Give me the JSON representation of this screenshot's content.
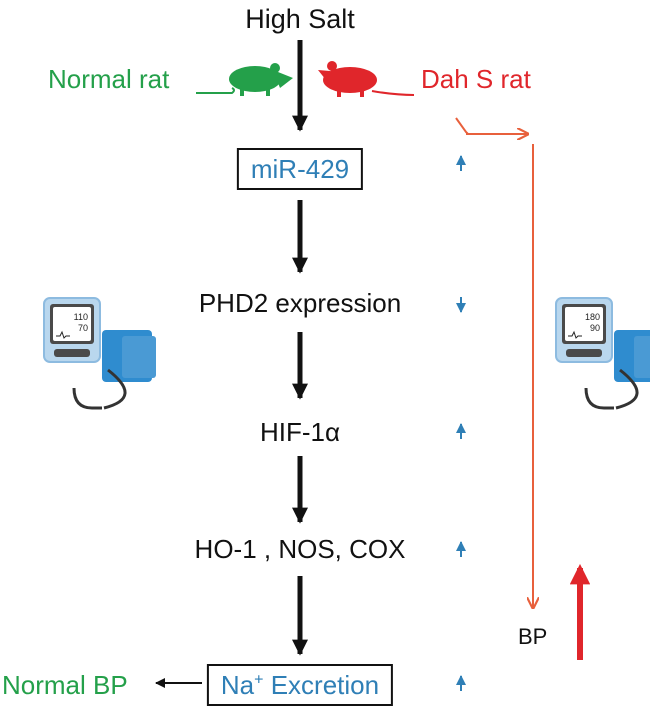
{
  "diagram": {
    "title": "High Salt",
    "rats": {
      "normal": {
        "label": "Normal rat",
        "color": "#24a04a",
        "icon": "rat-icon"
      },
      "dahl": {
        "label": "Dah S rat",
        "color": "#e0262b",
        "icon": "rat-icon"
      }
    },
    "steps": [
      {
        "label": "miR-429",
        "boxed": true,
        "trend": "up"
      },
      {
        "label": "PHD2 expression",
        "boxed": false,
        "trend": "down"
      },
      {
        "label": "HIF-1α",
        "boxed": false,
        "trend": "up"
      },
      {
        "label": "HO-1 , NOS, COX",
        "boxed": false,
        "trend": "up"
      },
      {
        "label_prefix": "Na",
        "label_sup": "+",
        "label_suffix": " Excretion",
        "boxed": true,
        "trend": "up"
      }
    ],
    "outcome_normal": "Normal BP",
    "outcome_dahl": "BP",
    "monitor_left": {
      "systolic": "110",
      "diastolic": "70",
      "icon": "blood-pressure-monitor-icon"
    },
    "monitor_right": {
      "systolic": "180",
      "diastolic": "90",
      "icon": "blood-pressure-monitor-icon"
    },
    "colors": {
      "arrow": "#111111",
      "trend": "#2f7fb6",
      "bypass": "#e8603c",
      "bp_increase": "#e0262b",
      "monitor_body": "#4a90c9",
      "monitor_screen": "#b9d7ee"
    }
  }
}
